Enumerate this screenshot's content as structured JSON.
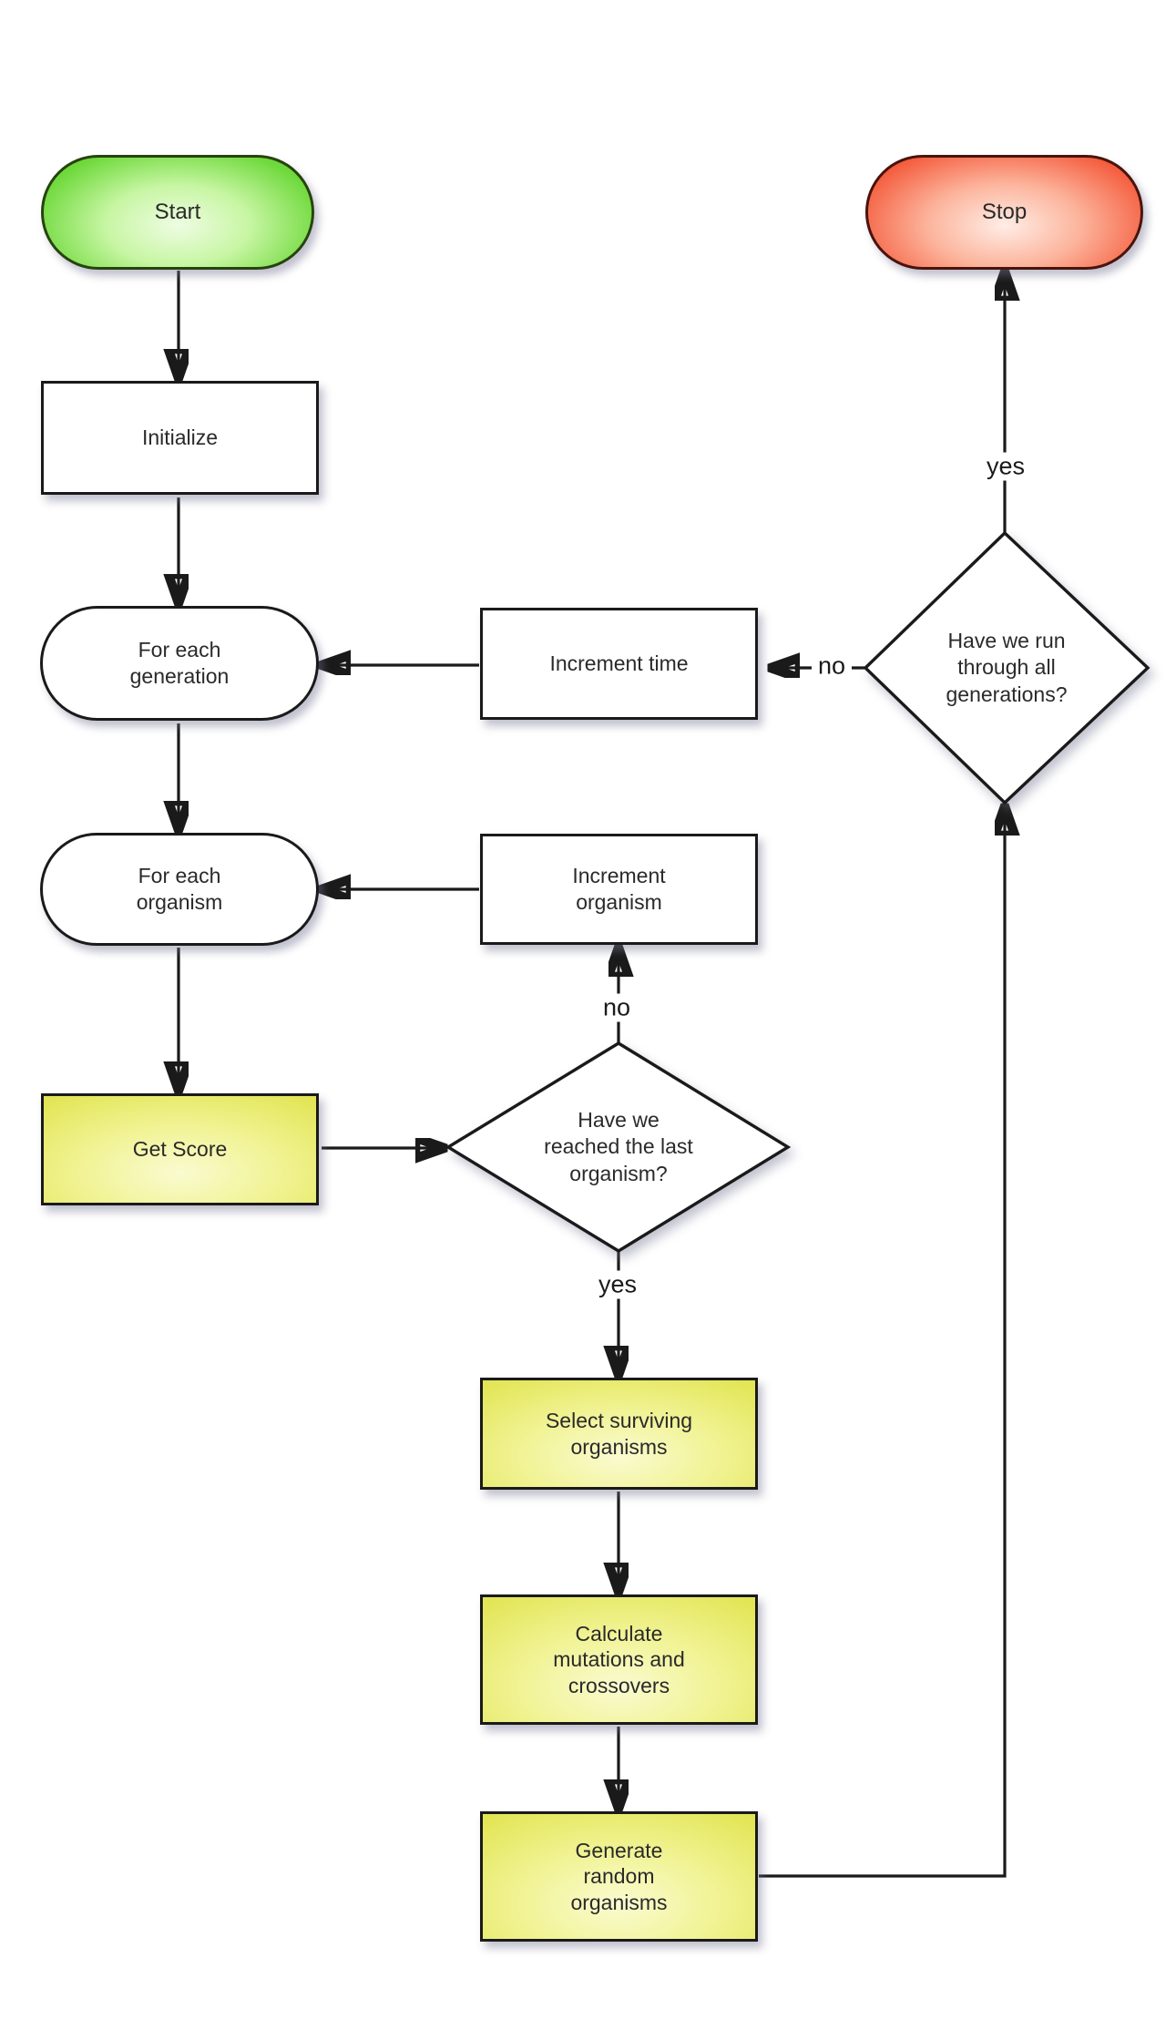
{
  "diagram": {
    "type": "flowchart",
    "nodes": {
      "start": {
        "label": "Start"
      },
      "initialize": {
        "label": "Initialize"
      },
      "for_each_generation": {
        "label": "For each\ngeneration"
      },
      "increment_time": {
        "label": "Increment time"
      },
      "generations_decision": {
        "label": "Have we run\nthrough all\ngenerations?"
      },
      "for_each_organism": {
        "label": "For each\norganism"
      },
      "increment_organism": {
        "label": "Increment\norganism"
      },
      "get_score": {
        "label": "Get Score"
      },
      "organism_decision": {
        "label": "Have we\nreached the last\norganism?"
      },
      "select_surviving_organisms": {
        "label": "Select surviving\norganisms"
      },
      "calculate_mutations": {
        "label": "Calculate\nmutations and\ncrossovers"
      },
      "generate_random_organisms": {
        "label": "Generate\nrandom\norganisms"
      },
      "stop": {
        "label": "Stop"
      }
    },
    "edge_labels": {
      "generations_yes": "yes",
      "generations_no": "no",
      "organism_no": "no",
      "organism_yes": "yes"
    },
    "colors": {
      "start_fill": "#6fd93c",
      "start_fill_light": "#eefce2",
      "start_border": "#27430e",
      "stop_fill": "#f4593a",
      "stop_fill_light": "#ffede6",
      "stop_border": "#49140c",
      "highlight_fill": "#e2e554",
      "highlight_fill_light": "#fafbd0",
      "neutral_fill": "#ffffff",
      "outline": "#1a1a1a"
    }
  }
}
